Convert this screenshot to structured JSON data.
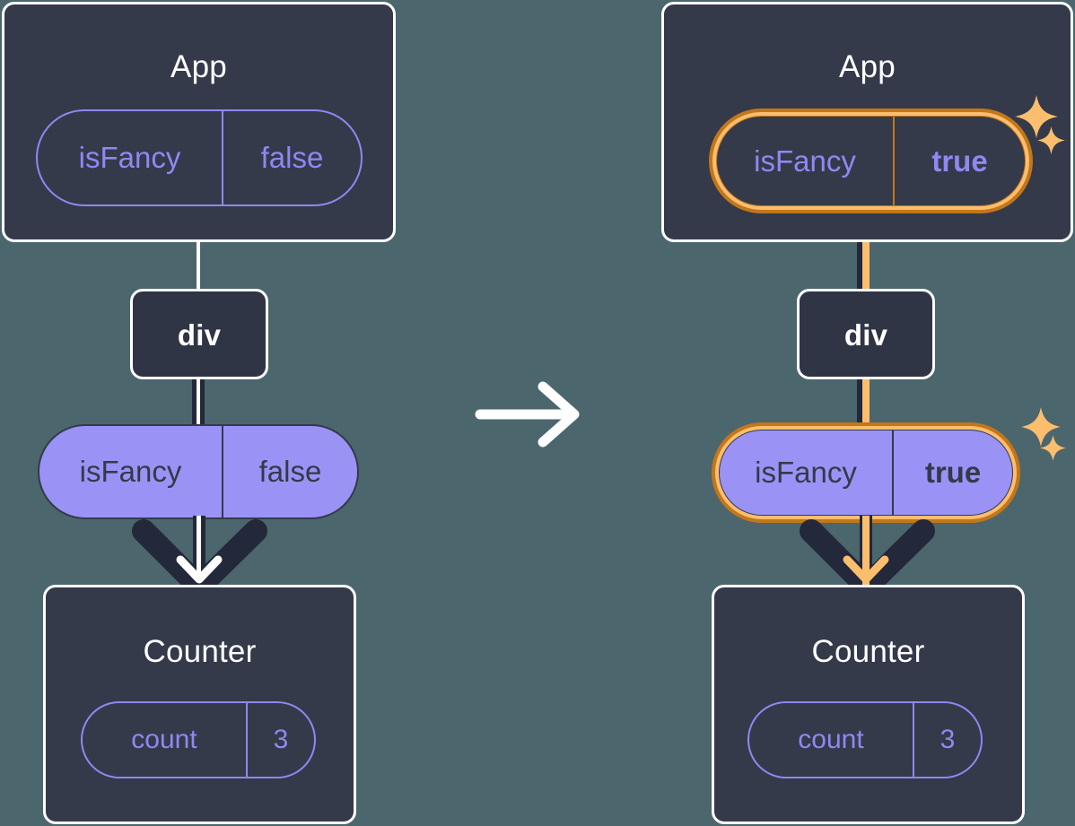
{
  "diagram": {
    "title_hidden": "React state update propagation",
    "background_color": "#4c666e",
    "panel_color": "#343a4a",
    "accent_purple": "#8f88f2",
    "accent_purple_solid": "#9a93f5",
    "highlight_orange": "#c3761a",
    "highlight_orange_light": "#fbbe6e",
    "transition_arrow": "arrow-right-icon"
  },
  "before": {
    "app": {
      "title": "App",
      "state": {
        "key": "isFancy",
        "value": "false"
      }
    },
    "div": {
      "label": "div"
    },
    "prop": {
      "key": "isFancy",
      "value": "false"
    },
    "counter": {
      "title": "Counter",
      "state": {
        "key": "count",
        "value": "3"
      }
    }
  },
  "after": {
    "app": {
      "title": "App",
      "state": {
        "key": "isFancy",
        "value": "true"
      }
    },
    "div": {
      "label": "div"
    },
    "prop": {
      "key": "isFancy",
      "value": "true"
    },
    "counter": {
      "title": "Counter",
      "state": {
        "key": "count",
        "value": "3"
      }
    },
    "sparkles": [
      "sparkle-icon",
      "sparkle-icon"
    ]
  }
}
